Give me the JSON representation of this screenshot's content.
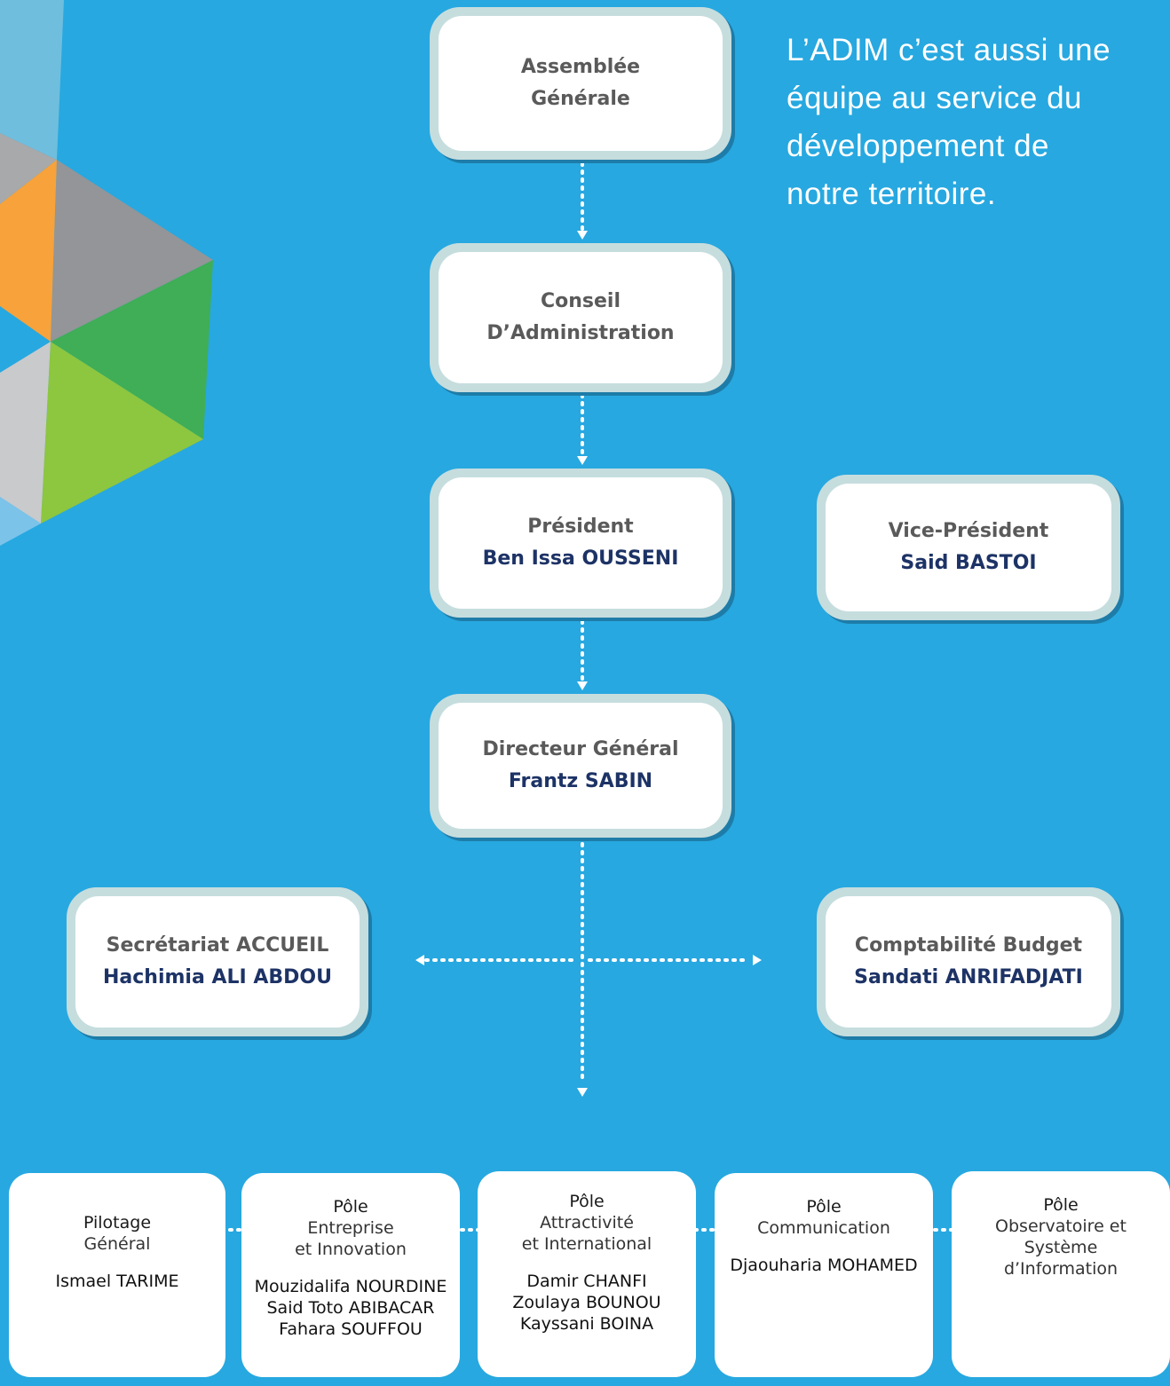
{
  "tagline": "L’ADIM c’est aussi une\néquipe au service du\ndéveloppement de\nnotre territoire.",
  "colors": {
    "background": "#27a8e0",
    "box_border": "#c6ddde",
    "name_text": "#1d3366",
    "title_text": "#5a5a5a",
    "connector": "#ffffff"
  },
  "nodes": {
    "assemblee": {
      "title": "Assemblée\nGénérale"
    },
    "conseil": {
      "title": "Conseil\nD’Administration"
    },
    "president": {
      "title": "Président",
      "name": "Ben Issa OUSSENI"
    },
    "vice_president": {
      "title": "Vice-Président",
      "name": "Said BASTOI"
    },
    "directeur": {
      "title": "Directeur Général",
      "name": "Frantz SABIN"
    },
    "secretariat": {
      "title": "Secrétariat ACCUEIL",
      "name": "Hachimia ALI ABDOU"
    },
    "comptabilite": {
      "title": "Comptabilité Budget",
      "name": "Sandati ANRIFADJATI"
    }
  },
  "poles": [
    {
      "heading": "Pilotage",
      "subtitle": "Général",
      "members": [
        "Ismael TARIME"
      ]
    },
    {
      "heading": "Pôle",
      "subtitle": "Entreprise\net Innovation",
      "members": [
        "Mouzidalifa NOURDINE",
        "Said Toto ABIBACAR",
        "Fahara SOUFFOU"
      ]
    },
    {
      "heading": "Pôle",
      "subtitle": "Attractivité\net International",
      "members": [
        "Damir CHANFI",
        "Zoulaya BOUNOU",
        "Kayssani BOINA"
      ]
    },
    {
      "heading": "Pôle",
      "subtitle": "Communication",
      "members": [
        "Djaouharia MOHAMED"
      ]
    },
    {
      "heading": "Pôle",
      "subtitle": "Observatoire et\nSystème\nd’Information",
      "members": []
    }
  ]
}
